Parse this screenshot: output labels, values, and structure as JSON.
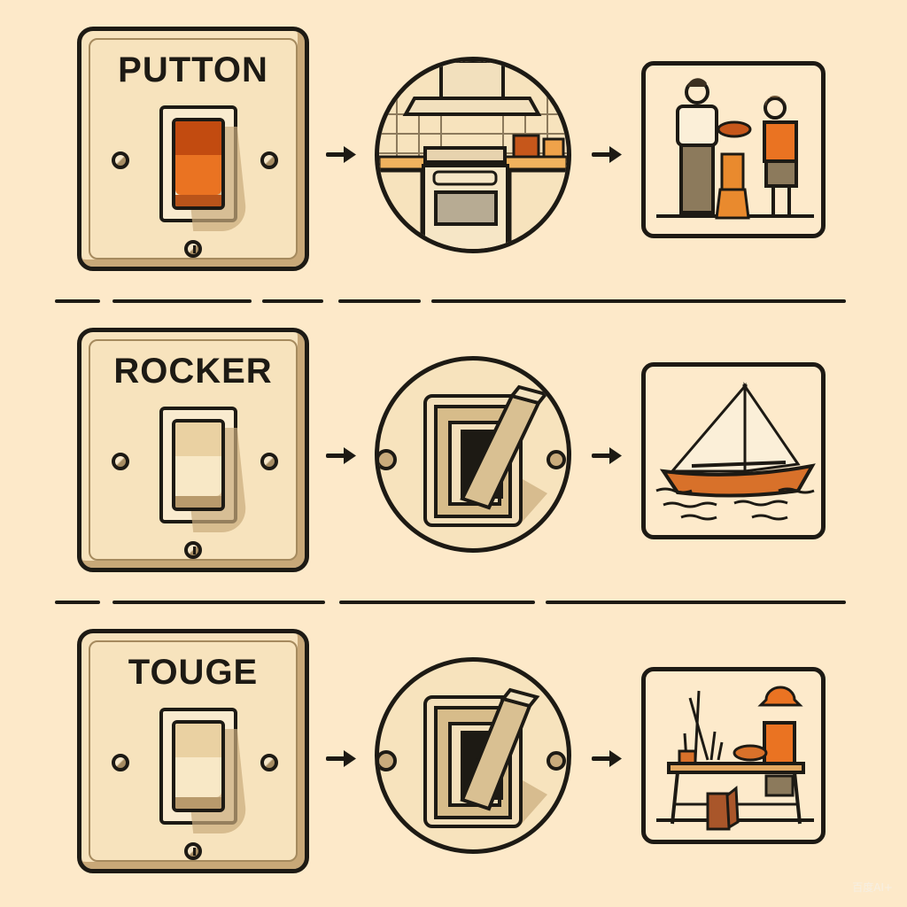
{
  "rows": [
    {
      "label": "PUTTON",
      "switch_state_colors": {
        "top": "#c24b10",
        "mid": "#ea7322",
        "base": "#b9541a"
      },
      "middle_illustration": "kitchen-stove-scene",
      "right_illustration": "two-people-cooking-scene"
    },
    {
      "label": "ROCKER",
      "switch_state_colors": {
        "top": "#ead1a2",
        "mid": "#f8e8c6",
        "base": "#b89a6c"
      },
      "middle_illustration": "toggle-switch-closeup",
      "right_illustration": "sailboat-on-water"
    },
    {
      "label": "TOUGE",
      "switch_state_colors": {
        "top": "#ead1a2",
        "mid": "#f8e8c6",
        "base": "#b89a6c"
      },
      "middle_illustration": "toggle-switch-closeup",
      "right_illustration": "child-at-workbench-scene"
    }
  ],
  "dividers": [
    {
      "segments": [
        [
          62,
          113
        ],
        [
          127,
          284
        ],
        [
          296,
          365
        ],
        [
          382,
          475
        ],
        [
          487,
          955
        ]
      ]
    },
    {
      "segments": [
        [
          62,
          113
        ],
        [
          127,
          367
        ],
        [
          383,
          604
        ],
        [
          616,
          955
        ]
      ]
    }
  ],
  "colors": {
    "background": "#fde9c9",
    "outline": "#1d1a14",
    "accent_orange": "#ea7322",
    "plate": "#f7e3bd"
  },
  "watermark": "百度AI+"
}
